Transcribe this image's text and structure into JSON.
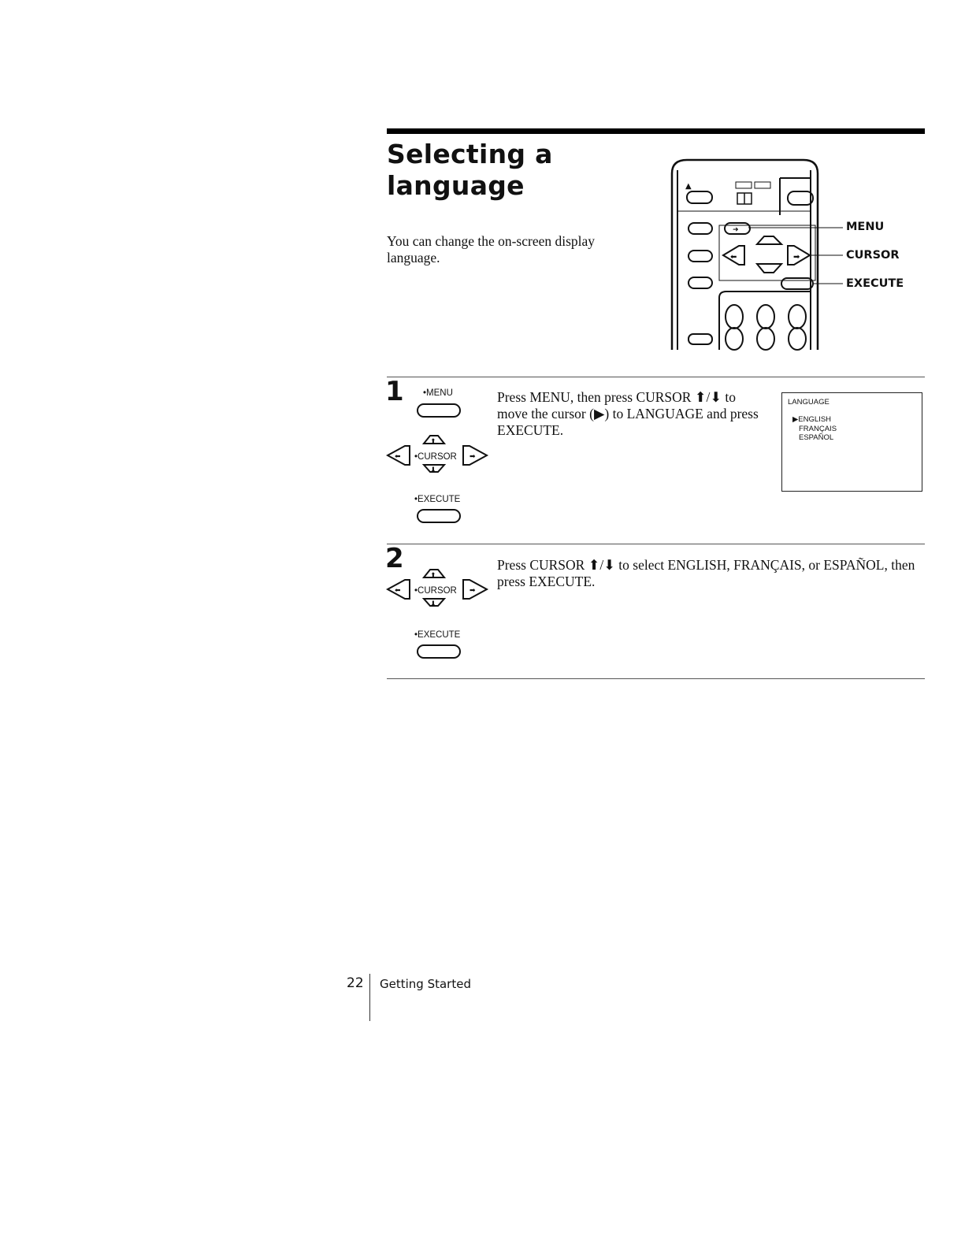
{
  "page": {
    "title_line1": "Selecting a",
    "title_line2": "language",
    "intro": "You can change the on-screen display language."
  },
  "remote_callouts": {
    "menu": "MENU",
    "cursor": "CURSOR",
    "execute": "EXECUTE"
  },
  "steps": [
    {
      "number": "1",
      "menu_label": "•MENU",
      "cursor_label": "•CURSOR",
      "execute_label": "•EXECUTE",
      "text": "Press MENU, then press CURSOR ⬆/⬇ to move the cursor (▶) to LANGUAGE and press EXECUTE."
    },
    {
      "number": "2",
      "cursor_label": "•CURSOR",
      "execute_label": "•EXECUTE",
      "text": "Press CURSOR ⬆/⬇ to select ENGLISH, FRANÇAIS, or ESPAÑOL, then press EXECUTE."
    }
  ],
  "osd": {
    "title": "LANGUAGE",
    "options": [
      "▶ENGLISH",
      "FRANÇAIS",
      "ESPAÑOL"
    ]
  },
  "footer": {
    "page_number": "22",
    "section": "Getting Started"
  }
}
